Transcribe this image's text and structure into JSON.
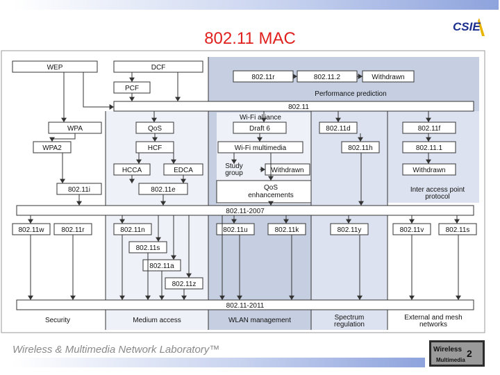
{
  "slide": {
    "title": "802.11 MAC",
    "footer": "Wireless & Multimedia Network Laboratory™"
  },
  "logos": {
    "csie": "CSIE",
    "w2m_line1": "Wireless",
    "w2m_mid": "2",
    "w2m_line2": "Multimedia"
  },
  "diagram": {
    "boxes": {
      "wep": "WEP",
      "dcf": "DCF",
      "pcf": "PCF",
      "r80211r_top": "802.11r",
      "r80211_2": "802.11.2",
      "withdrawn_top": "Withdrawn",
      "perf_pred": "Performance prediction",
      "std_80211": "802.11",
      "wifi_alliance": "Wi-Fi alliance",
      "wpa": "WPA",
      "qos": "QoS",
      "draft6": "Draft 6",
      "d80211d": "802.11d",
      "f80211f": "802.11f",
      "wpa2": "WPA2",
      "hcf": "HCF",
      "wifi_mm": "Wi-Fi multimedia",
      "h80211h": "802.11h",
      "f80211_1": "802.11.1",
      "hcca": "HCCA",
      "edca": "EDCA",
      "study1": "Study",
      "study2": "group",
      "withdrawn_mid": "Withdrawn",
      "withdrawn_right": "Withdrawn",
      "i80211i": "802.11i",
      "e80211e": "802.11e",
      "qos_enh1": "QoS",
      "qos_enh2": "enhancements",
      "iap1": "Inter access point",
      "iap2": "protocol",
      "std_2007": "802.11-2007",
      "w80211w": "802.11w",
      "r80211r": "802.11r",
      "n80211n": "802.11n",
      "u80211u": "802.11u",
      "k80211k": "802.11k",
      "y80211y": "802.11y",
      "v80211v": "802.11v",
      "s80211s_r": "802.11s",
      "s80211s": "802.11s",
      "a80211a": "802.11a",
      "z80211z": "802.11z",
      "std_2011": "802.11-2011"
    },
    "categories": {
      "security": "Security",
      "medium": "Medium access",
      "wlan": "WLAN management",
      "spectrum1": "Spectrum",
      "spectrum2": "regulation",
      "ext1": "External and mesh",
      "ext2": "networks"
    },
    "colors": {
      "shade_light": "#eef1f8",
      "shade_mid": "#dce2ef",
      "shade_dark": "#c6cfe1"
    }
  }
}
